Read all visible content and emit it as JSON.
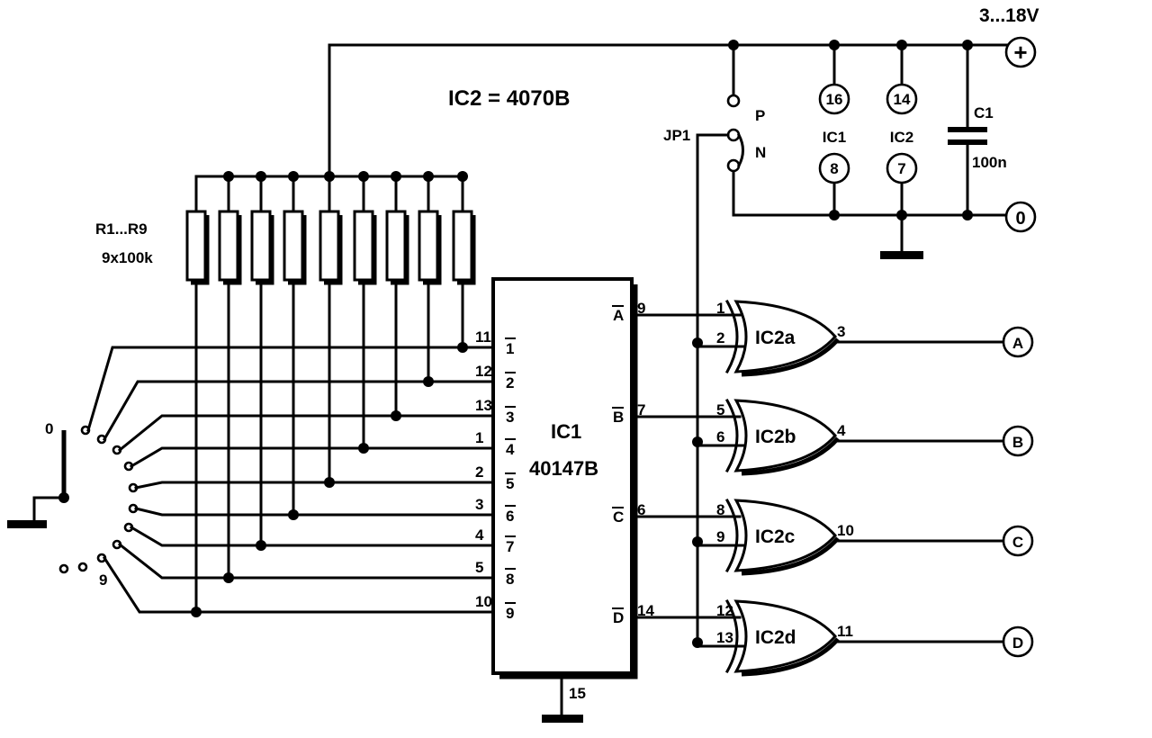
{
  "title": "IC2 = 4070B",
  "supply": {
    "voltage": "3...18V",
    "plus": "+",
    "zero": "0"
  },
  "ic1": {
    "name": "IC1",
    "part": "40147B",
    "gnd_pin": "15",
    "inputs": [
      {
        "pin": "11",
        "name": "1"
      },
      {
        "pin": "12",
        "name": "2"
      },
      {
        "pin": "13",
        "name": "3"
      },
      {
        "pin": "1",
        "name": "4"
      },
      {
        "pin": "2",
        "name": "5"
      },
      {
        "pin": "3",
        "name": "6"
      },
      {
        "pin": "4",
        "name": "7"
      },
      {
        "pin": "5",
        "name": "8"
      },
      {
        "pin": "10",
        "name": "9"
      }
    ],
    "outputs": [
      {
        "pin": "9",
        "name": "A"
      },
      {
        "pin": "7",
        "name": "B"
      },
      {
        "pin": "6",
        "name": "C"
      },
      {
        "pin": "14",
        "name": "D"
      }
    ]
  },
  "gates": [
    {
      "name": "IC2a",
      "in1": "1",
      "in2": "2",
      "out": "3",
      "terminal": "A"
    },
    {
      "name": "IC2b",
      "in1": "5",
      "in2": "6",
      "out": "4",
      "terminal": "B"
    },
    {
      "name": "IC2c",
      "in1": "8",
      "in2": "9",
      "out": "10",
      "terminal": "C"
    },
    {
      "name": "IC2d",
      "in1": "12",
      "in2": "13",
      "out": "11",
      "terminal": "D"
    }
  ],
  "resistors": {
    "label": "R1...R9",
    "value": "9x100k"
  },
  "jumper": {
    "name": "JP1",
    "p": "P",
    "n": "N"
  },
  "capacitor": {
    "name": "C1",
    "value": "100n"
  },
  "power_pins": {
    "ic1_label": "IC1",
    "ic2_label": "IC2",
    "ic1_vdd": "16",
    "ic2_vdd": "14",
    "ic1_vss": "8",
    "ic2_vss": "7"
  },
  "switch": {
    "pos_first": "0",
    "pos_last": "9"
  }
}
